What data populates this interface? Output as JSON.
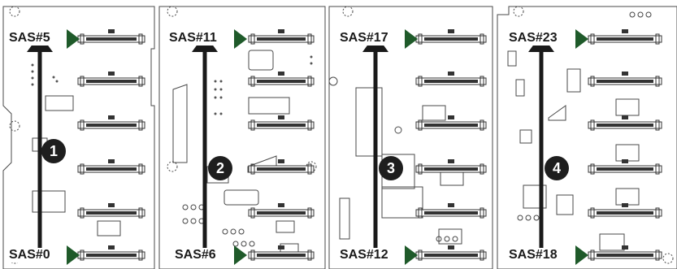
{
  "section_labels": [
    {
      "top": "SAS#5",
      "bottom": "SAS#0",
      "number": "1"
    },
    {
      "top": "SAS#11",
      "bottom": "SAS#6",
      "number": "2"
    },
    {
      "top": "SAS#17",
      "bottom": "SAS#12",
      "number": "3"
    },
    {
      "top": "SAS#23",
      "bottom": "SAS#18",
      "number": "4"
    }
  ],
  "colors": {
    "arrow": "#1a1a1a",
    "pointer": "#1f5a2a",
    "outline": "#4a4a4a",
    "connector": "#333333",
    "badge": "#1e1e1e"
  }
}
